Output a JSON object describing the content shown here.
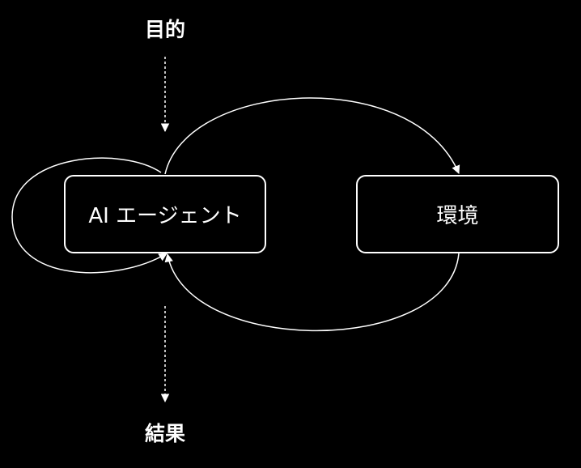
{
  "diagram": {
    "input_label": "目的",
    "output_label": "結果",
    "nodes": {
      "agent": "AI エージェント",
      "environment": "環境"
    }
  },
  "colors": {
    "background": "#000000",
    "stroke": "#ffffff",
    "text": "#ffffff"
  }
}
